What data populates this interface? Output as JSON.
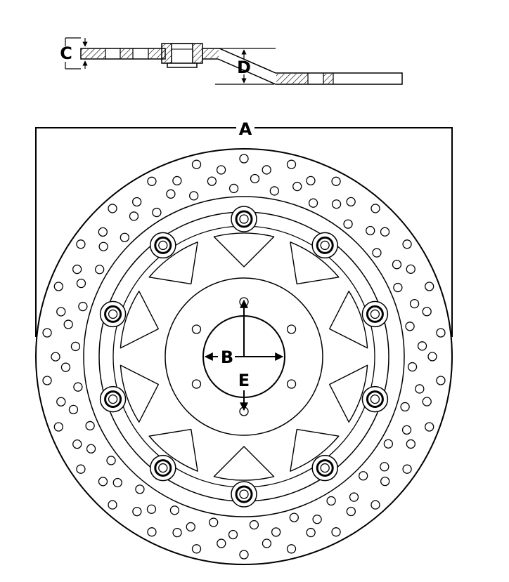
{
  "labels": {
    "a": "A",
    "b": "B",
    "c": "C",
    "d": "D",
    "e": "E"
  },
  "colors": {
    "stroke": "#000000",
    "background": "#ffffff",
    "hatch": "#000000"
  }
}
